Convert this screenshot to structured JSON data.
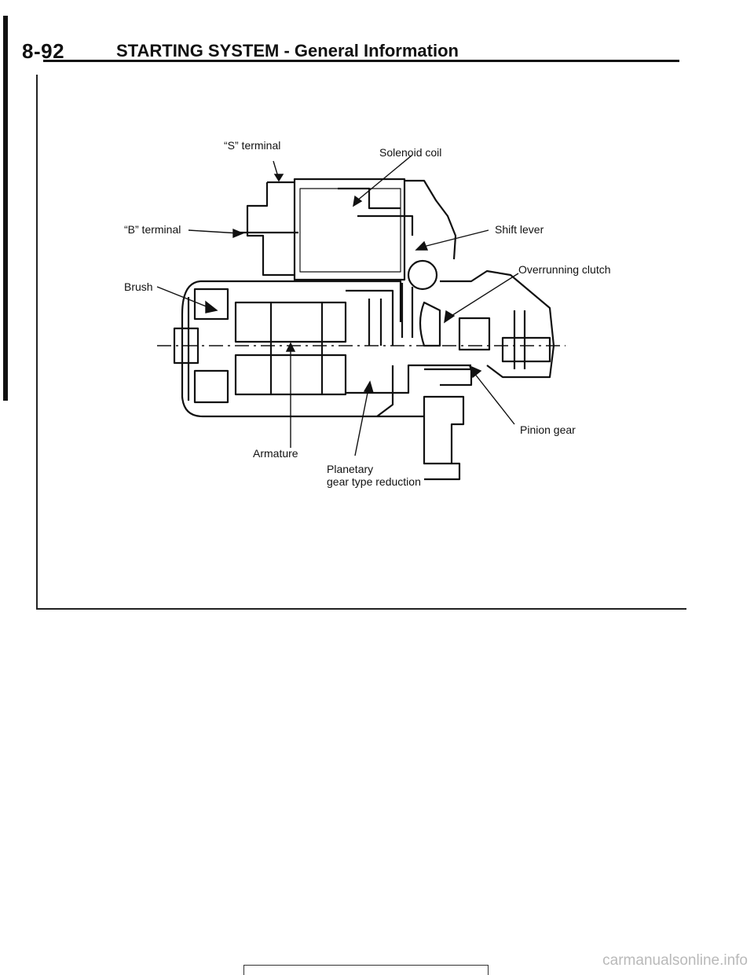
{
  "header": {
    "page_number": "8-92",
    "title": "STARTING SYSTEM - General Information"
  },
  "figure": {
    "labels": {
      "s_terminal": "“S” terminal",
      "b_terminal": "“B” terminal",
      "solenoid_coil": "Solenoid coil",
      "shift_lever": "Shift lever",
      "overrunning_clutch": "Overrunning clutch",
      "brush": "Brush",
      "armature": "Armature",
      "planetary_line1": "Planetary",
      "planetary_line2": "gear type reduction",
      "pinion_gear": "Pinion gear"
    }
  },
  "footer": {
    "watermark": "carmanualsonline.info"
  }
}
